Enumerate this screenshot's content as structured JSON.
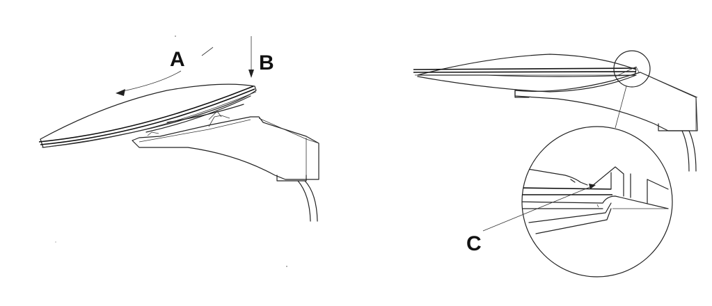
{
  "labels": {
    "a": "A",
    "b": "B",
    "c": "C"
  },
  "colors": {
    "line": "#222222",
    "background": "#ffffff"
  }
}
